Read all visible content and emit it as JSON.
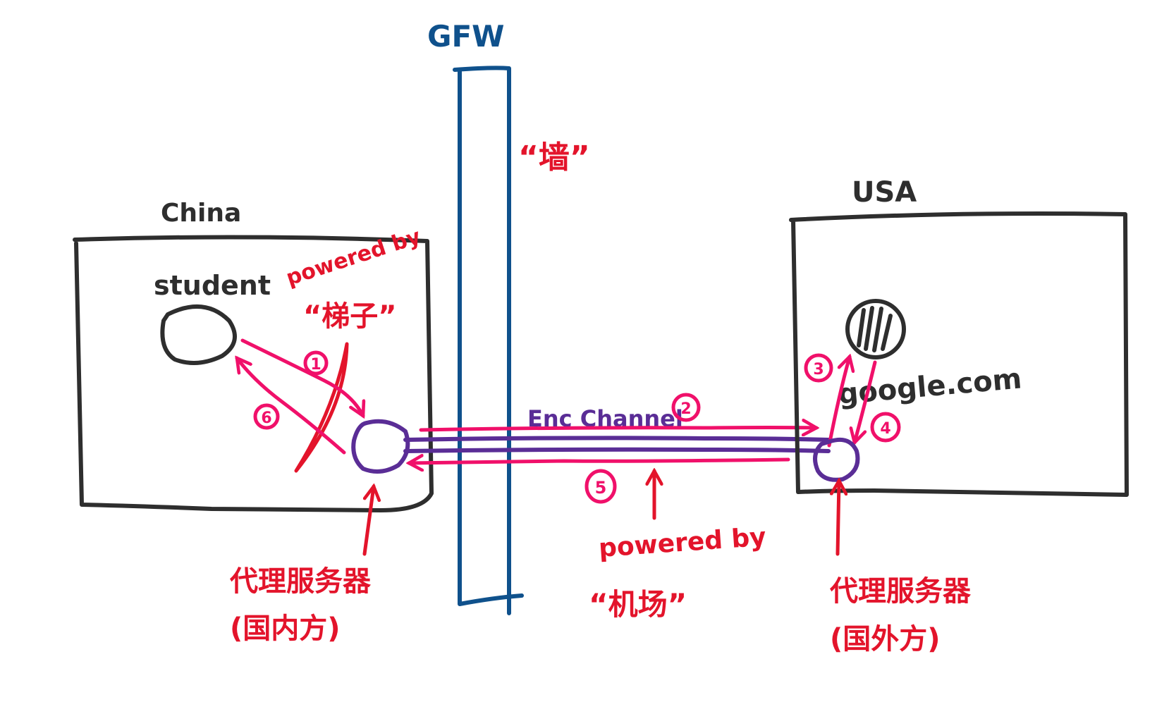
{
  "diagram": {
    "title": "GFW",
    "wall_label": "“墙”",
    "colors": {
      "outline": "#2e2e2e",
      "wall": "#0f518c",
      "annotation": "#e3142b",
      "flow": "#f0106a",
      "channel": "#5a2d96"
    },
    "regions": {
      "china": {
        "label": "China",
        "student_label": "student",
        "ladder_note_line1": "powered by",
        "ladder_note_line2": "“梯子”",
        "proxy_label_line1": "代理服务器",
        "proxy_label_line2": "(国内方)"
      },
      "usa": {
        "label": "USA",
        "site_label": "google.com",
        "proxy_label_line1": "代理服务器",
        "proxy_label_line2": "(国外方)"
      }
    },
    "channel": {
      "label": "Enc Channel",
      "note_line1": "powered by",
      "note_line2": "“机场”"
    },
    "steps": [
      "1",
      "2",
      "3",
      "4",
      "5",
      "6"
    ]
  }
}
